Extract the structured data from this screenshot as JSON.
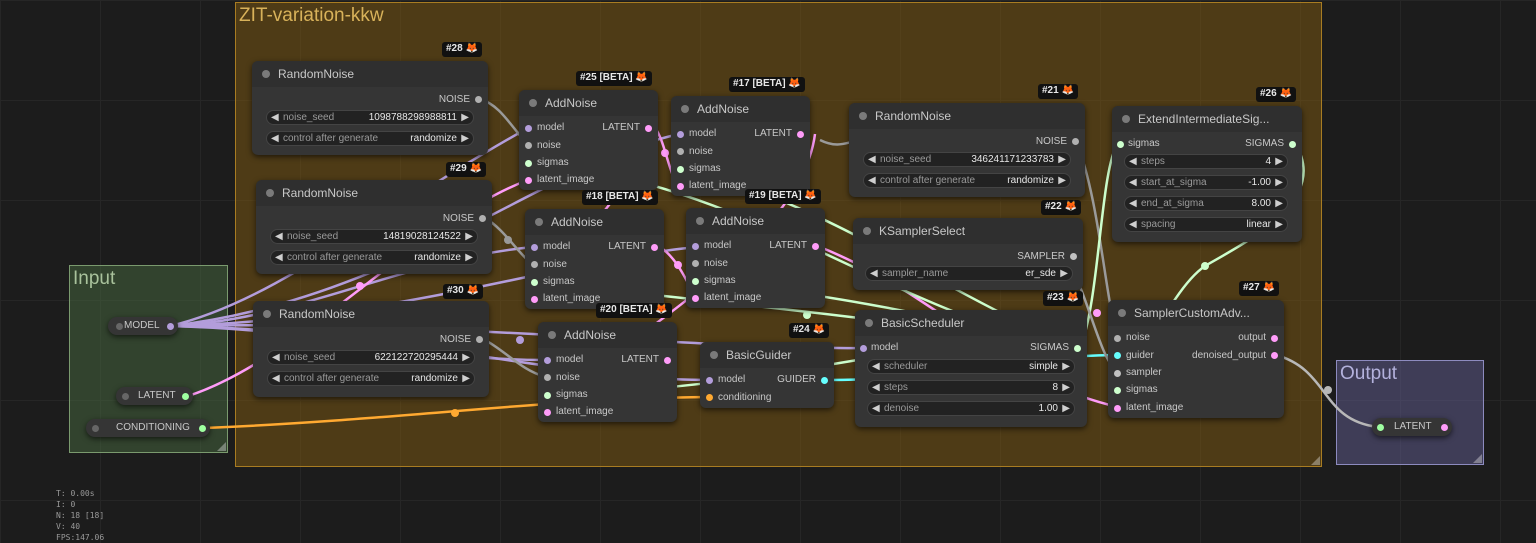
{
  "groups": {
    "main": "ZIT-variation-kkw",
    "input": "Input",
    "output": "Output"
  },
  "colors": {
    "latent": "#ff9cf9",
    "noise": "#b0b0b0",
    "model": "#b39ddb",
    "sigmas": "#cdffcd",
    "conditioning": "#ffa931",
    "sampler": "#c0c0c0",
    "guider": "#66ffff"
  },
  "nodes": {
    "n28": {
      "id": "#28",
      "title": "RandomNoise",
      "out": "NOISE",
      "seed_label": "noise_seed",
      "seed": "1098788298988811",
      "ctrl_label": "control after generate",
      "ctrl": "randomize"
    },
    "n29": {
      "id": "#29",
      "title": "RandomNoise",
      "out": "NOISE",
      "seed_label": "noise_seed",
      "seed": "14819028124522",
      "ctrl_label": "control after generate",
      "ctrl": "randomize"
    },
    "n30": {
      "id": "#30",
      "title": "RandomNoise",
      "out": "NOISE",
      "seed_label": "noise_seed",
      "seed": "622122720295444",
      "ctrl_label": "control after generate",
      "ctrl": "randomize"
    },
    "n25": {
      "id": "#25 [BETA]",
      "title": "AddNoise",
      "in": [
        "model",
        "noise",
        "sigmas",
        "latent_image"
      ],
      "out": "LATENT"
    },
    "n18": {
      "id": "#18 [BETA]",
      "title": "AddNoise",
      "in": [
        "model",
        "noise",
        "sigmas",
        "latent_image"
      ],
      "out": "LATENT"
    },
    "n20": {
      "id": "#20 [BETA]",
      "title": "AddNoise",
      "in": [
        "model",
        "noise",
        "sigmas",
        "latent_image"
      ],
      "out": "LATENT"
    },
    "n17": {
      "id": "#17 [BETA]",
      "title": "AddNoise",
      "in": [
        "model",
        "noise",
        "sigmas",
        "latent_image"
      ],
      "out": "LATENT"
    },
    "n19": {
      "id": "#19 [BETA]",
      "title": "AddNoise",
      "in": [
        "model",
        "noise",
        "sigmas",
        "latent_image"
      ],
      "out": "LATENT"
    },
    "n24": {
      "id": "#24",
      "title": "BasicGuider",
      "in": [
        "model",
        "conditioning"
      ],
      "out": "GUIDER"
    },
    "n21": {
      "id": "#21",
      "title": "RandomNoise",
      "out": "NOISE",
      "seed_label": "noise_seed",
      "seed": "346241171233783",
      "ctrl_label": "control after generate",
      "ctrl": "randomize"
    },
    "n22": {
      "id": "#22",
      "title": "KSamplerSelect",
      "out": "SAMPLER",
      "w_label": "sampler_name",
      "w_value": "er_sde"
    },
    "n23": {
      "id": "#23",
      "title": "BasicScheduler",
      "in": [
        "model"
      ],
      "out": "SIGMAS",
      "sched_label": "scheduler",
      "sched": "simple",
      "steps_label": "steps",
      "steps": "8",
      "denoise_label": "denoise",
      "denoise": "1.00"
    },
    "n26": {
      "id": "#26",
      "title": "ExtendIntermediateSig...",
      "in": [
        "sigmas"
      ],
      "out": "SIGMAS",
      "steps_label": "steps",
      "steps": "4",
      "start_label": "start_at_sigma",
      "start": "-1.00",
      "end_label": "end_at_sigma",
      "end": "8.00",
      "spacing_label": "spacing",
      "spacing": "linear"
    },
    "n27": {
      "id": "#27",
      "title": "SamplerCustomAdv...",
      "in": [
        "noise",
        "guider",
        "sampler",
        "sigmas",
        "latent_image"
      ],
      "out": [
        "output",
        "denoised_output"
      ]
    }
  },
  "inputs": {
    "model": "MODEL",
    "latent": "LATENT",
    "conditioning": "CONDITIONING"
  },
  "outputs": {
    "latent": "LATENT"
  },
  "stats": {
    "t": "T: 0.00s",
    "i": "I: 0",
    "n": "N: 18 [18]",
    "v": "V: 40",
    "fps": "FPS:147.06"
  }
}
